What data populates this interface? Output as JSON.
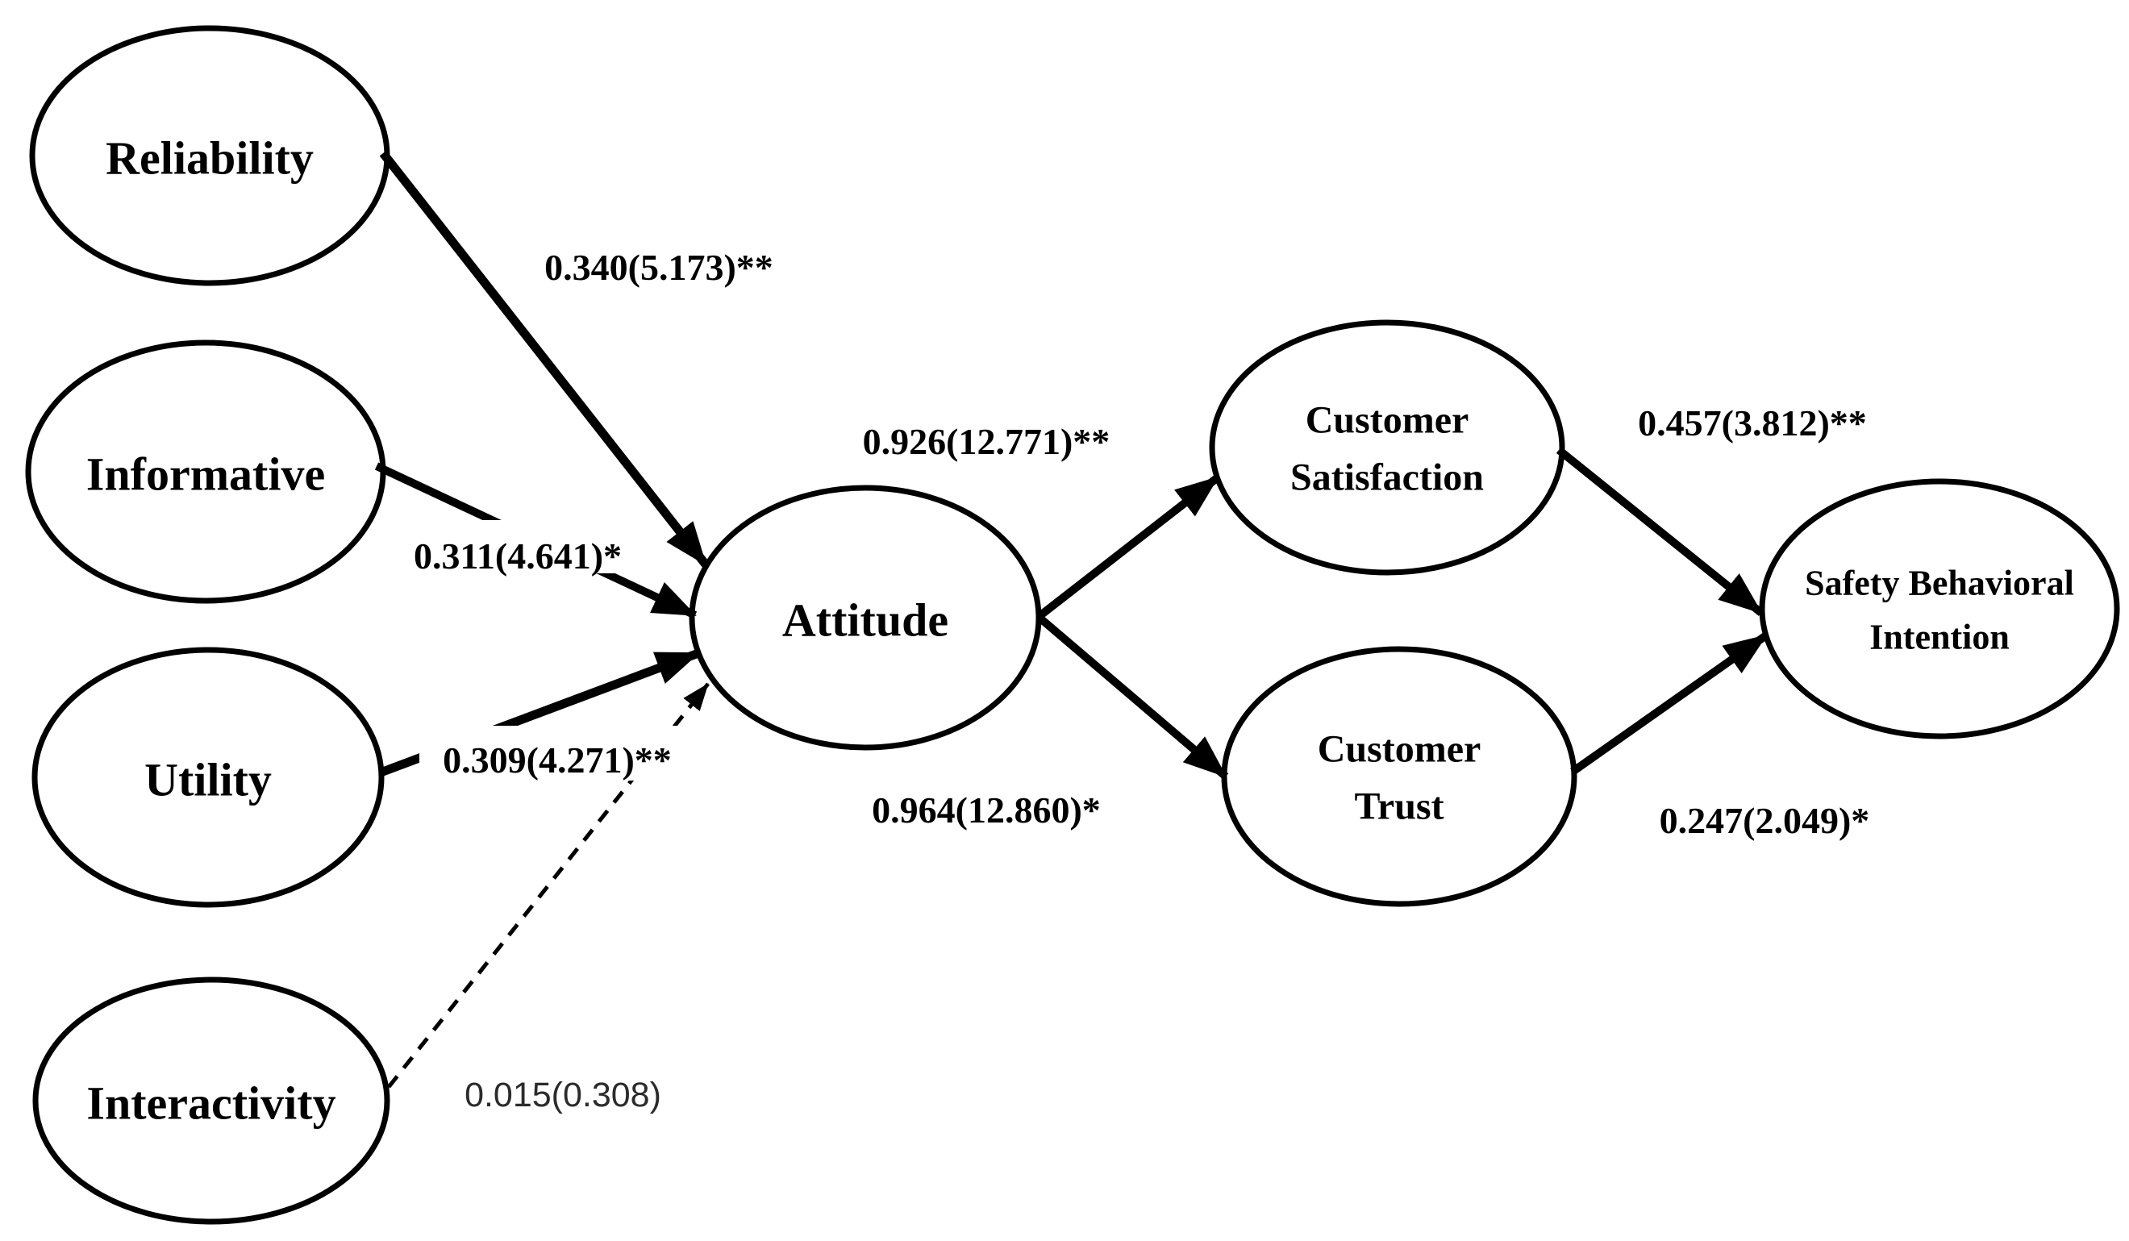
{
  "figure": {
    "type": "sem-path-diagram",
    "colors": {
      "ink": "#000000",
      "background": "#ffffff",
      "dashed_label_ink": "#2b2b2b"
    },
    "nodes": {
      "reliability": {
        "label": "Reliability"
      },
      "informative": {
        "label": "Informative"
      },
      "utility": {
        "label": "Utility"
      },
      "interactivity": {
        "label": "Interactivity"
      },
      "attitude": {
        "label": "Attitude"
      },
      "customer_satisfaction": {
        "line1": "Customer",
        "line2": "Satisfaction"
      },
      "customer_trust": {
        "line1": "Customer",
        "line2": "Trust"
      },
      "safety_behavioral_intention": {
        "line1": "Safety Behavioral",
        "line2": "Intention"
      }
    },
    "paths": {
      "reliability_to_attitude": {
        "label": "0.340(5.173)**",
        "style": "solid"
      },
      "informative_to_attitude": {
        "label": "0.311(4.641)*",
        "style": "solid"
      },
      "utility_to_attitude": {
        "label": "0.309(4.271)**",
        "style": "solid"
      },
      "interactivity_to_attitude": {
        "label": "0.015(0.308)",
        "style": "dashed"
      },
      "attitude_to_customer_satisfaction": {
        "label": "0.926(12.771)**",
        "style": "solid"
      },
      "attitude_to_customer_trust": {
        "label": "0.964(12.860)*",
        "style": "solid"
      },
      "customer_satisfaction_to_safety_behavioral_intention": {
        "label": "0.457(3.812)**",
        "style": "solid"
      },
      "customer_trust_to_safety_behavioral_intention": {
        "label": "0.247(2.049)*",
        "style": "solid"
      }
    }
  }
}
